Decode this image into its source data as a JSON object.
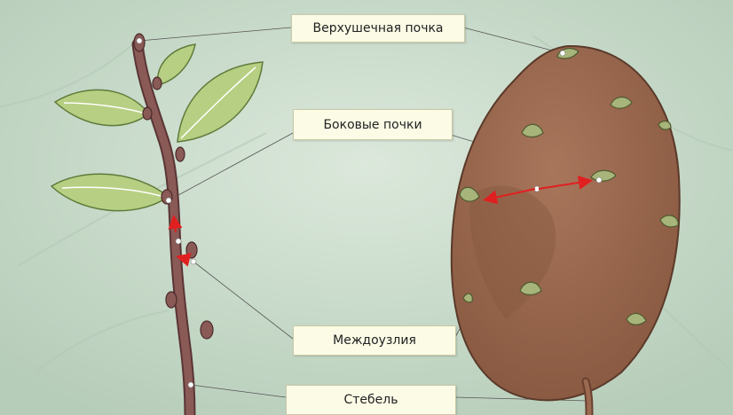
{
  "labels": {
    "apical_bud": "Верхушечная почка",
    "lateral_buds": "Боковые почки",
    "internodes": "Междоузлия",
    "stem": "Стебель"
  },
  "colors": {
    "background": "#c9dccd",
    "stem": "#7a4a47",
    "leaf": "#b6cf82",
    "leaf_vein": "#ffffff",
    "tuber": "#9b6a50",
    "tuber_shadow": "#86583f",
    "bud_sprout": "#a7b47a",
    "arrow": "#e02020",
    "leader_line": "#555555",
    "label_bg": "#fbfbe6"
  }
}
